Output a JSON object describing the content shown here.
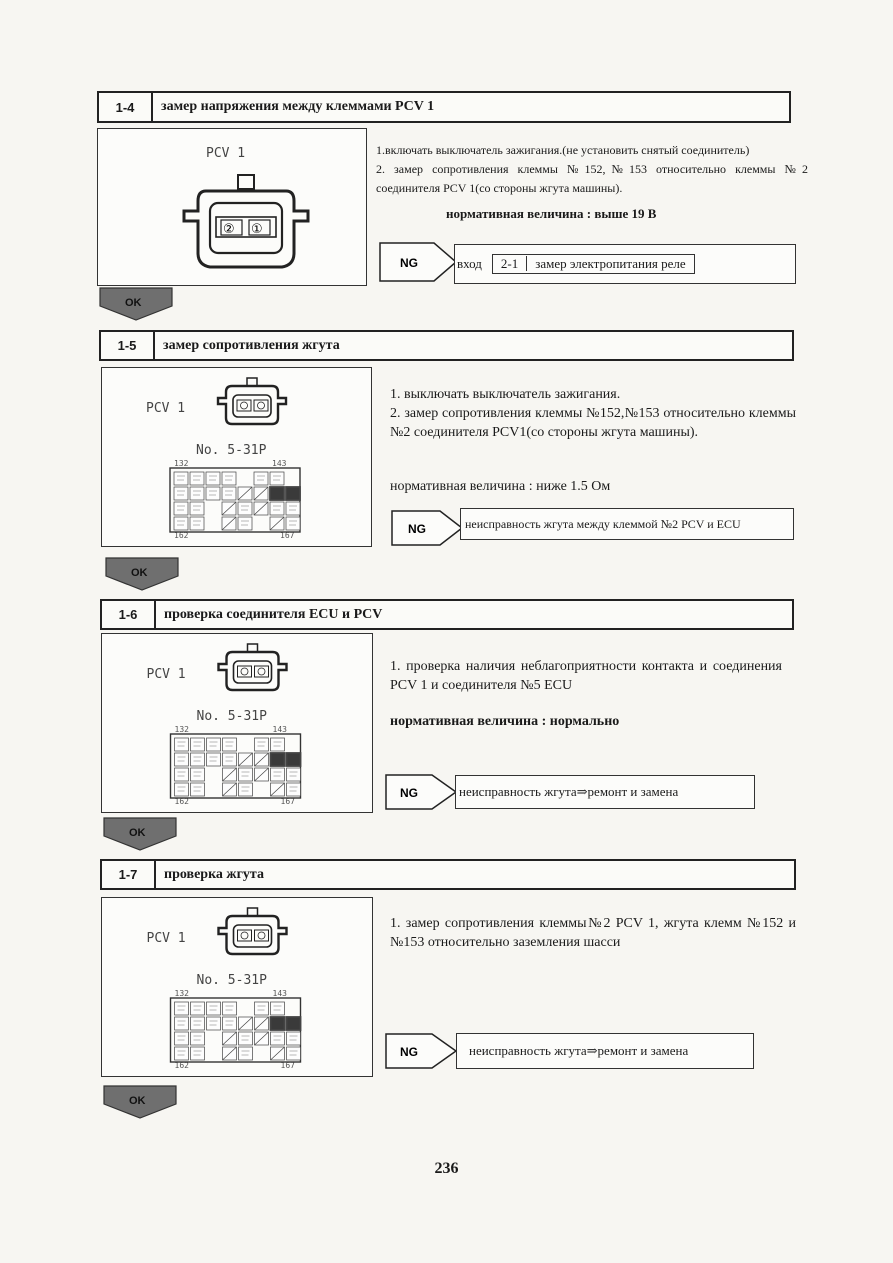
{
  "labels": {
    "ng": "NG",
    "ok": "OK"
  },
  "page_number": "236",
  "sections": [
    {
      "num": "1-4",
      "title": "замер напряжения между клеммами PCV 1",
      "figure": {
        "title": "PCV 1",
        "pin_left": "②",
        "pin_right": "①"
      },
      "lines": [
        "1.включать выключатель зажигания.(не установить снятый соединитель)",
        "2. замер сопротивления   клеммы №152,№153 относительно клеммы №2 соединителя PCV   1(со стороны жгута машины)."
      ],
      "norm": "нормативная величина : выше 19 В",
      "ng": {
        "prefix": "вход",
        "code": "2-1",
        "text": "замер электропитания реле"
      }
    },
    {
      "num": "1-5",
      "title": "замер сопротивления жгута",
      "figure": {
        "title": "PCV 1",
        "connector": "No. 5-31P",
        "pin_start": "132",
        "pin_mid": "143",
        "pin_end_left": "162",
        "pin_end_right": "167"
      },
      "lines": [
        "1. выключать выключатель зажигания.",
        "2. замер сопротивления клеммы №152,№153 относительно клеммы №2 соединителя PCV1(со стороны жгута машины)."
      ],
      "norm": "нормативная величина : ниже 1.5 Ом",
      "ng": {
        "text": "неисправность жгута между клеммой №2 PCV и ECU"
      }
    },
    {
      "num": "1-6",
      "title": "проверка соединителя ECU и PCV",
      "figure": {
        "title": "PCV 1",
        "connector": "No. 5-31P",
        "pin_start": "132",
        "pin_mid": "143",
        "pin_end_left": "162",
        "pin_end_right": "167"
      },
      "lines": [
        "1. проверка наличия неблагоприятности контакта и соединения PCV 1 и соединителя №5 ECU"
      ],
      "norm": "нормативная величина : нормально",
      "ng": {
        "text": "неисправность жгута⇒ремонт и замена"
      }
    },
    {
      "num": "1-7",
      "title": "проверка жгута",
      "figure": {
        "title": "PCV 1",
        "connector": "No. 5-31P",
        "pin_start": "132",
        "pin_mid": "143",
        "pin_end_left": "162",
        "pin_end_right": "167"
      },
      "lines": [
        "1. замер сопротивления клеммы№2 PCV 1, жгута клемм №152 и №153 относительно заземления шасси"
      ],
      "ng": {
        "text": "неисправность жгута⇒ремонт и замена"
      }
    }
  ]
}
